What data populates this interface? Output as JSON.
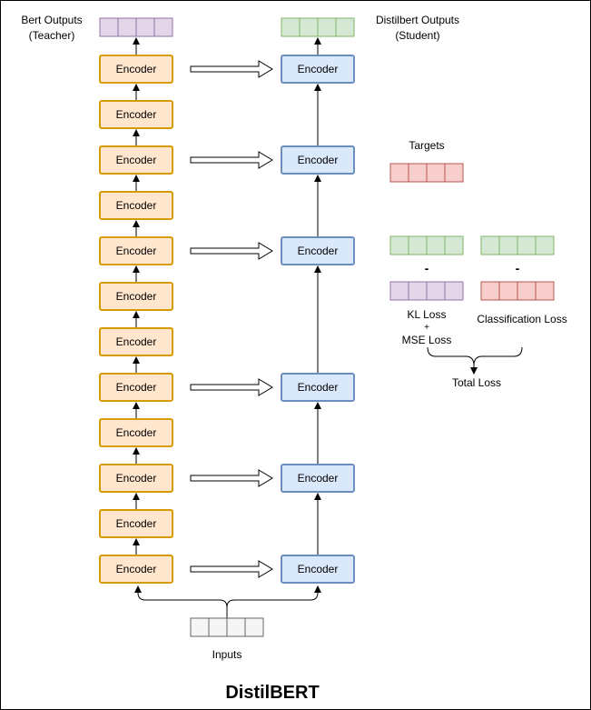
{
  "teacher": {
    "label_line1": "Bert Outputs",
    "label_line2": "(Teacher)",
    "encoder_label": "Encoder",
    "layer_count": 12
  },
  "student": {
    "label_line1": "Distilbert Outputs",
    "label_line2": "(Student)",
    "encoder_label": "Encoder",
    "layer_count": 6
  },
  "targets_label": "Targets",
  "minus_sign": "-",
  "kl_loss": {
    "line1": "KL Loss",
    "line2": "+",
    "line3": "MSE Loss"
  },
  "classification_loss": "Classification Loss",
  "total_loss": "Total Loss",
  "inputs_label": "Inputs",
  "title": "DistilBERT",
  "colors": {
    "teacher_encoder_fill": "#ffe6cc",
    "teacher_encoder_stroke": "#d79b00",
    "student_encoder_fill": "#dae8fc",
    "student_encoder_stroke": "#6c8ebf",
    "teacher_output_fill": "#e1d5e7",
    "teacher_output_stroke": "#9673a6",
    "student_output_fill": "#d5e8d4",
    "student_output_stroke": "#82b366",
    "target_fill": "#f8cecc",
    "target_stroke": "#b85450",
    "input_fill": "#f5f5f5",
    "input_stroke": "#666666"
  }
}
